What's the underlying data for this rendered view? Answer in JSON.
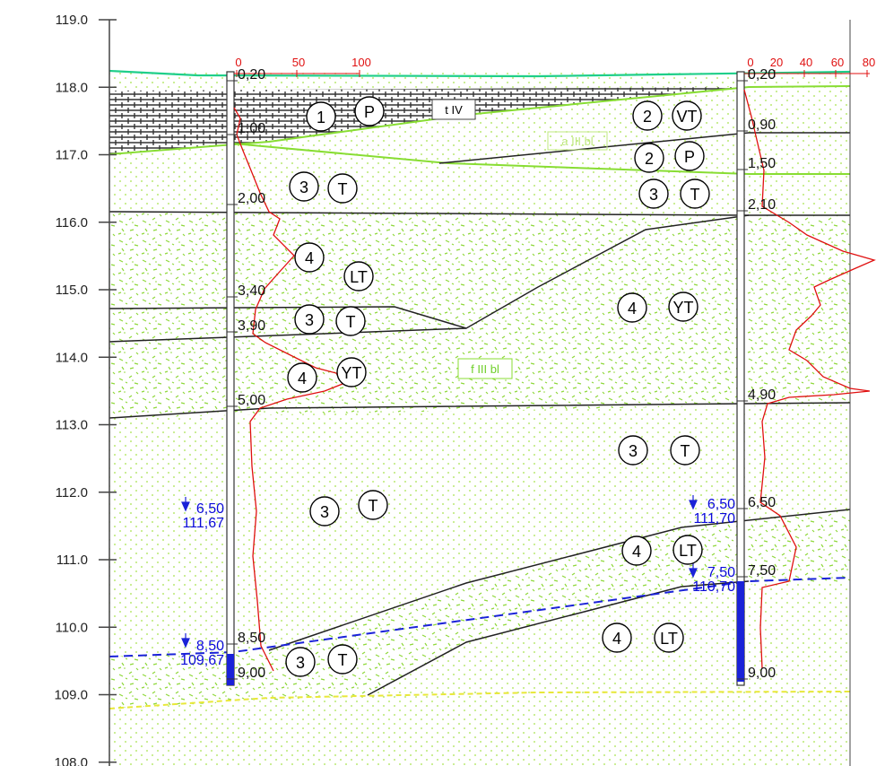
{
  "y_axis": {
    "min": 108.0,
    "max": 119.0,
    "ticks": [
      "119.0",
      "118.0",
      "117.0",
      "116.0",
      "115.0",
      "114.0",
      "113.0",
      "112.0",
      "111.0",
      "110.0",
      "109.0",
      "108.0"
    ]
  },
  "boreholes": [
    {
      "scale_ticks": [
        "0",
        "50",
        "100"
      ],
      "depths": [
        "0,20",
        "1,00",
        "2,00",
        "3,40",
        "3,90",
        "5,00",
        "8,50",
        "9,00"
      ],
      "groundwater": [
        {
          "depth": "6,50",
          "elevation": "111,67"
        },
        {
          "depth": "8,50",
          "elevation": "109,67"
        }
      ]
    },
    {
      "scale_ticks": [
        "0",
        "20",
        "40",
        "60",
        "80"
      ],
      "depths": [
        "0,20",
        "0,90",
        "1,50",
        "2,10",
        "4,90",
        "6,50",
        "7,50",
        "9,00"
      ],
      "groundwater": [
        {
          "depth": "6,50",
          "elevation": "111,70"
        },
        {
          "depth": "7,50",
          "elevation": "110,70"
        }
      ]
    }
  ],
  "stratigraphy": [
    "t IV",
    "a III bl",
    "f III bl"
  ],
  "units": [
    {
      "num": "1",
      "code": "P"
    },
    {
      "num": "2",
      "code": "VT"
    },
    {
      "num": "2",
      "code": "P"
    },
    {
      "num": "3",
      "code": "T"
    },
    {
      "num": "3",
      "code": "T"
    },
    {
      "num": "4",
      "code": "LT"
    },
    {
      "num": "4",
      "code": "YT"
    },
    {
      "num": "3",
      "code": "T"
    },
    {
      "num": "4",
      "code": "YT"
    },
    {
      "num": "3",
      "code": "T"
    },
    {
      "num": "3",
      "code": "T"
    },
    {
      "num": "4",
      "code": "LT"
    },
    {
      "num": "3",
      "code": "T"
    },
    {
      "num": "4",
      "code": "LT"
    }
  ],
  "colors": {
    "fill_pattern_hatch": "#333333",
    "fill_pattern_sand": "#a6e34a",
    "green_surface": "#1fcf8a",
    "light_green": "#88dd33",
    "yellow_base": "#e8e83a",
    "water_blue": "#1a22d8",
    "penetration_red": "#e01010"
  }
}
